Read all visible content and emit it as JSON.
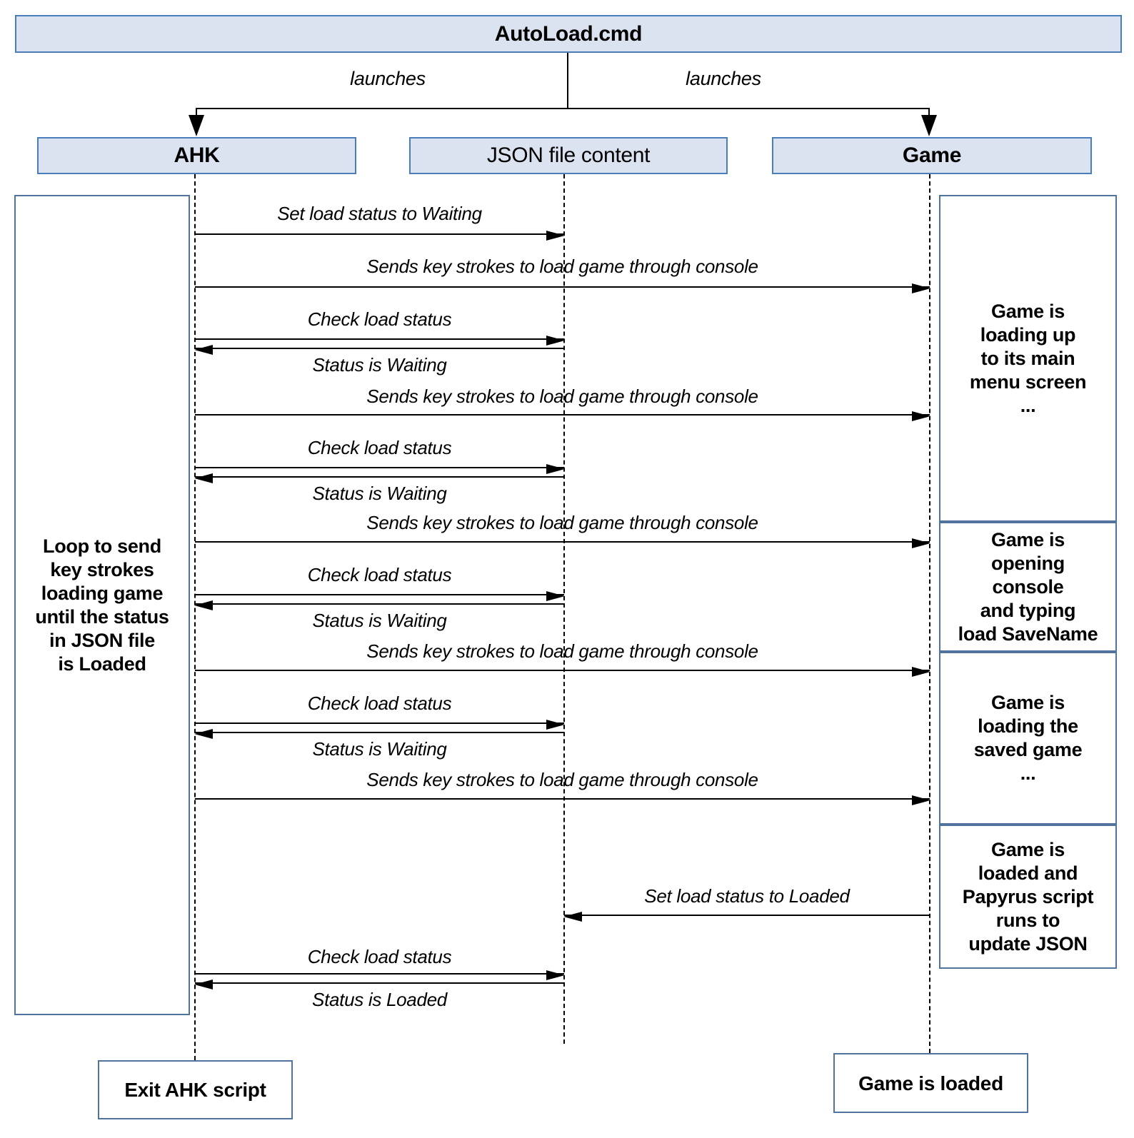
{
  "nodes": {
    "root": "AutoLoad.cmd",
    "actors": [
      {
        "id": "ahk",
        "label": "AHK"
      },
      {
        "id": "json",
        "label": "JSON file content"
      },
      {
        "id": "game",
        "label": "Game"
      }
    ]
  },
  "edge_labels": [
    {
      "label": "launches"
    },
    {
      "label": "launches"
    }
  ],
  "notes": {
    "loop": "Loop to send\nkey strokes\nloading game\nuntil the status\nin JSON file\nis Loaded",
    "game_states": [
      "Game is\nloading up\nto its main\nmenu screen\n...",
      "Game is\nopening\nconsole\nand typing\nload SaveName",
      "Game is\nloading the\nsaved game\n...",
      "Game is\nloaded and\nPapyrus script\nruns to\nupdate JSON"
    ],
    "exit": "Exit AHK script",
    "loaded": "Game is loaded"
  },
  "messages": [
    {
      "label": "Set load status to Waiting",
      "from": "AHK",
      "to": "JSON file content"
    },
    {
      "label": "Sends key strokes to load game through console",
      "from": "AHK",
      "to": "Game"
    },
    {
      "label": "Check load status",
      "from": "AHK",
      "to": "JSON file content"
    },
    {
      "label": "Status is Waiting",
      "from": "JSON file content",
      "to": "AHK"
    },
    {
      "label": "Sends key strokes to load game through console",
      "from": "AHK",
      "to": "Game"
    },
    {
      "label": "Check load status",
      "from": "AHK",
      "to": "JSON file content"
    },
    {
      "label": "Status is Waiting",
      "from": "JSON file content",
      "to": "AHK"
    },
    {
      "label": "Sends key strokes to load game through console",
      "from": "AHK",
      "to": "Game"
    },
    {
      "label": "Check load status",
      "from": "AHK",
      "to": "JSON file content"
    },
    {
      "label": "Status is Waiting",
      "from": "JSON file content",
      "to": "AHK"
    },
    {
      "label": "Sends key strokes to load game through console",
      "from": "AHK",
      "to": "Game"
    },
    {
      "label": "Check load status",
      "from": "AHK",
      "to": "JSON file content"
    },
    {
      "label": "Status is Waiting",
      "from": "JSON file content",
      "to": "AHK"
    },
    {
      "label": "Sends key strokes to load game through console",
      "from": "AHK",
      "to": "Game"
    },
    {
      "label": "Set load status to Loaded",
      "from": "Game",
      "to": "JSON file content"
    },
    {
      "label": "Check load status",
      "from": "AHK",
      "to": "JSON file content"
    },
    {
      "label": "Status is Loaded",
      "from": "JSON file content",
      "to": "AHK"
    }
  ],
  "colors": {
    "node_fill": "#dbe3f1",
    "node_border": "#4a7ebb",
    "note_border": "#51749e",
    "line": "#000000",
    "text": "#000000",
    "background": "#ffffff"
  }
}
